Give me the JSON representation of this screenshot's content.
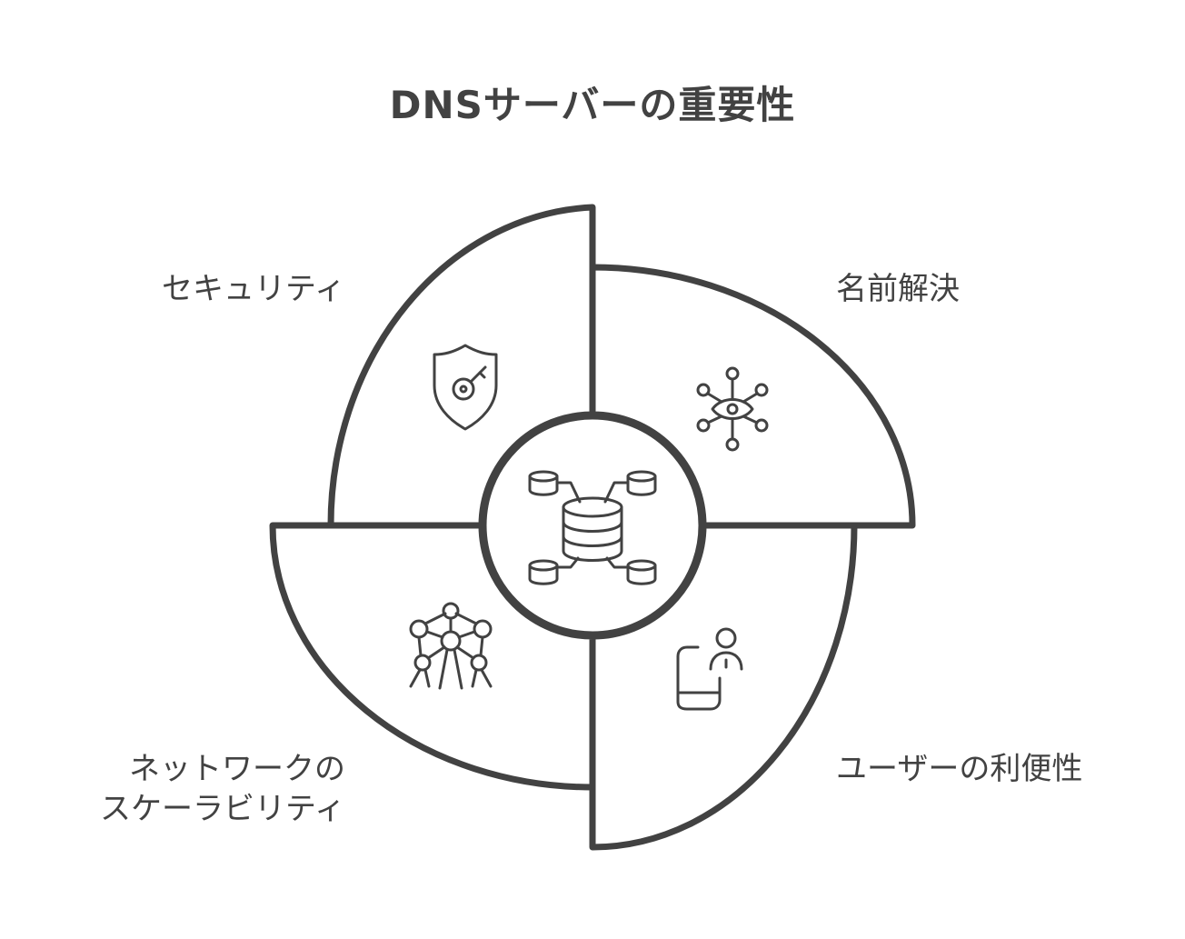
{
  "title": "DNSサーバーの重要性",
  "segments": [
    {
      "label": "セキュリティ",
      "icon": "shield-key-icon"
    },
    {
      "label": "名前解決",
      "icon": "network-eye-icon"
    },
    {
      "label": "ユーザーの利便性",
      "icon": "user-device-icon"
    },
    {
      "label": "ネットワークの\nスケーラビリティ",
      "icon": "atomium-icon"
    }
  ],
  "center": {
    "icon": "database-network-icon"
  },
  "colors": {
    "stroke": "#424242",
    "fill": "#ffffff",
    "background": "#ffffff"
  }
}
